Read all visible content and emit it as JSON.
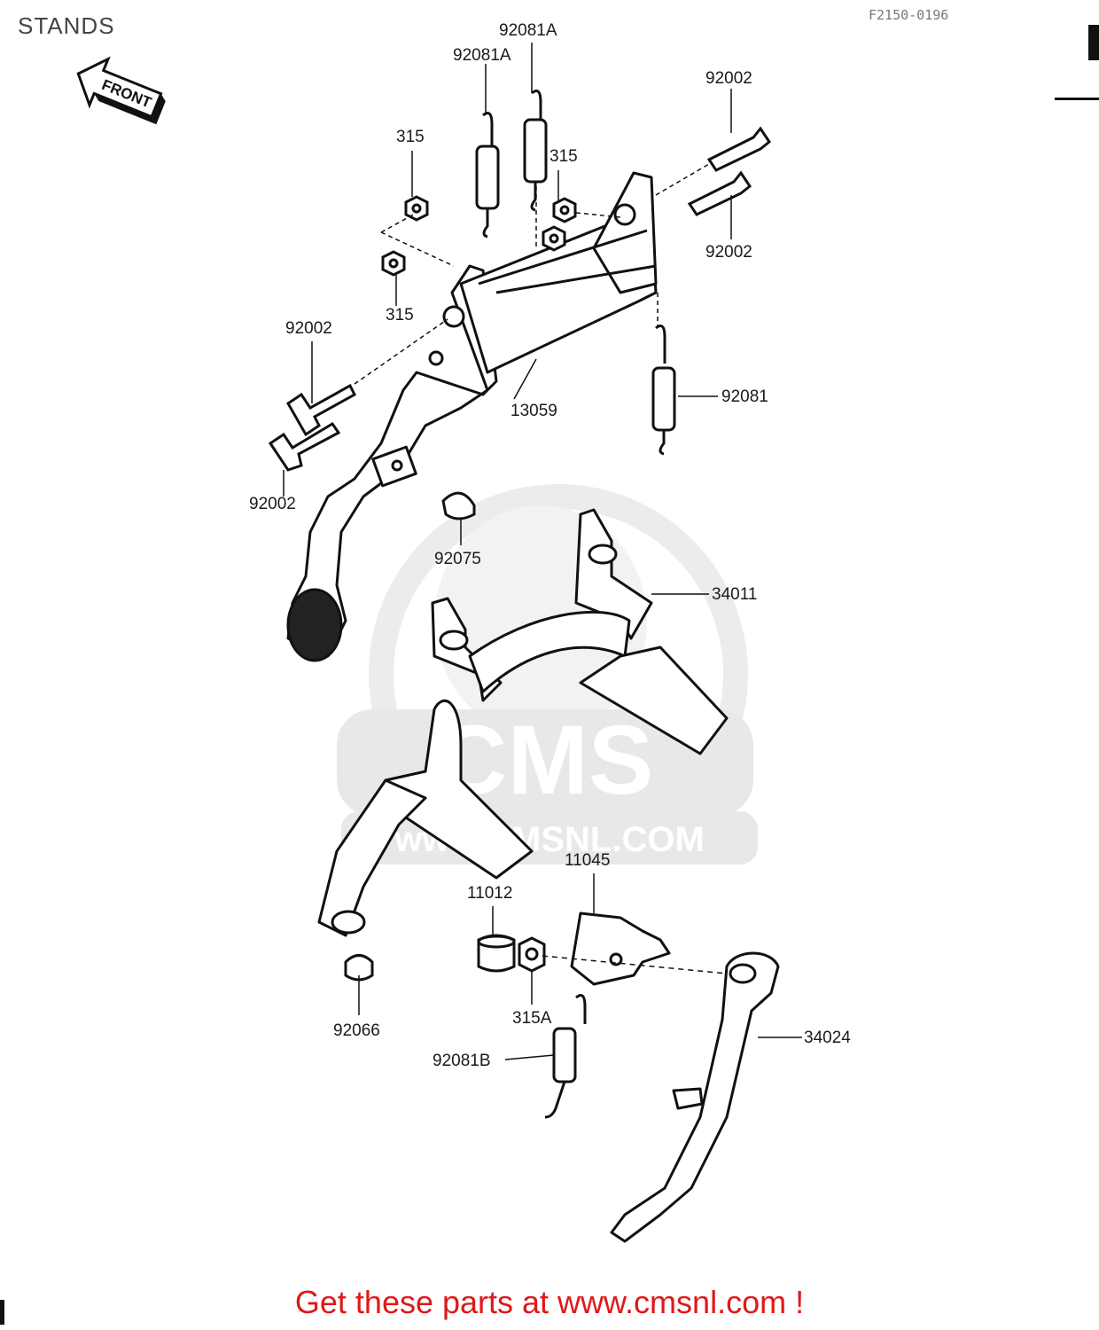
{
  "header": {
    "title": "STANDS",
    "figure_code": "F2150-0196"
  },
  "front_arrow": {
    "label": "FRONT"
  },
  "watermark": {
    "brand": "CMS",
    "url": "www.CMSNL.COM"
  },
  "parts": {
    "p92081A_1": "92081A",
    "p92081A_2": "92081A",
    "p92002_tr1": "92002",
    "p92002_tr2": "92002",
    "p315_1": "315",
    "p315_2": "315",
    "p315_3": "315",
    "p92002_l1": "92002",
    "p92002_l2": "92002",
    "p13059": "13059",
    "p92081": "92081",
    "p92075": "92075",
    "p34011": "34011",
    "p11045": "11045",
    "p11012": "11012",
    "p92066": "92066",
    "p315A": "315A",
    "p92081B": "92081B",
    "p34024": "34024"
  },
  "footer": {
    "text": "Get these parts at www.cmsnl.com !"
  }
}
